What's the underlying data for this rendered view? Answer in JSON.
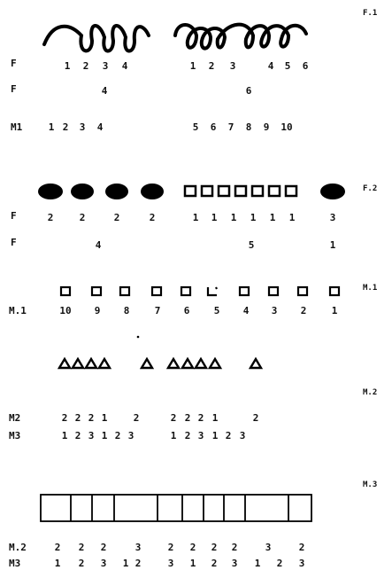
{
  "corner_labels": {
    "f1": "F.1",
    "f2": "F.2",
    "m1": "M.1",
    "m2": "M.2",
    "m3": "M.3"
  },
  "f1": {
    "row1_label": "F",
    "coil_a_numbers": [
      "1",
      "2",
      "3",
      "4"
    ],
    "coil_b_numbers": [
      "1",
      "2",
      "3",
      "4",
      "5",
      "6"
    ],
    "row2_label": "F",
    "group_a_count": "4",
    "group_b_count": "6",
    "row3_label": "M1",
    "m1_a": [
      "1",
      "2",
      "3",
      "4"
    ],
    "m1_b": [
      "5",
      "6",
      "7",
      "8",
      "9",
      "10"
    ]
  },
  "f2": {
    "row1_label": "F",
    "row1_values": [
      "2",
      "2",
      "2",
      "2",
      "1",
      "1",
      "1",
      "1",
      "1",
      "1",
      "3"
    ],
    "row2_label": "F",
    "row2_values": [
      "4",
      "5",
      "1"
    ]
  },
  "m1_row": {
    "label": "M.1",
    "values": [
      "10",
      "9",
      "8",
      "7",
      "6",
      "5",
      "4",
      "3",
      "2",
      "1"
    ]
  },
  "m2_block": {
    "row1_label": "M2",
    "row1_values": [
      "2",
      "2",
      "2",
      "1",
      "2",
      "2",
      "2",
      "2",
      "1",
      "2"
    ],
    "row2_label": "M3",
    "row2_values": [
      "1",
      "2",
      "3",
      "1",
      "2",
      "3",
      "1",
      "2",
      "3",
      "1",
      "2",
      "3"
    ]
  },
  "m3_block": {
    "row1_label": "M.2",
    "row1_values": [
      "2",
      "2",
      "2",
      "3",
      "2",
      "2",
      "2",
      "2",
      "3",
      "2"
    ],
    "row2_label": "M3",
    "row2_values": [
      "1",
      "2",
      "3",
      "1",
      "2",
      "3",
      "1",
      "2",
      "3",
      "1",
      "2",
      "3"
    ]
  }
}
